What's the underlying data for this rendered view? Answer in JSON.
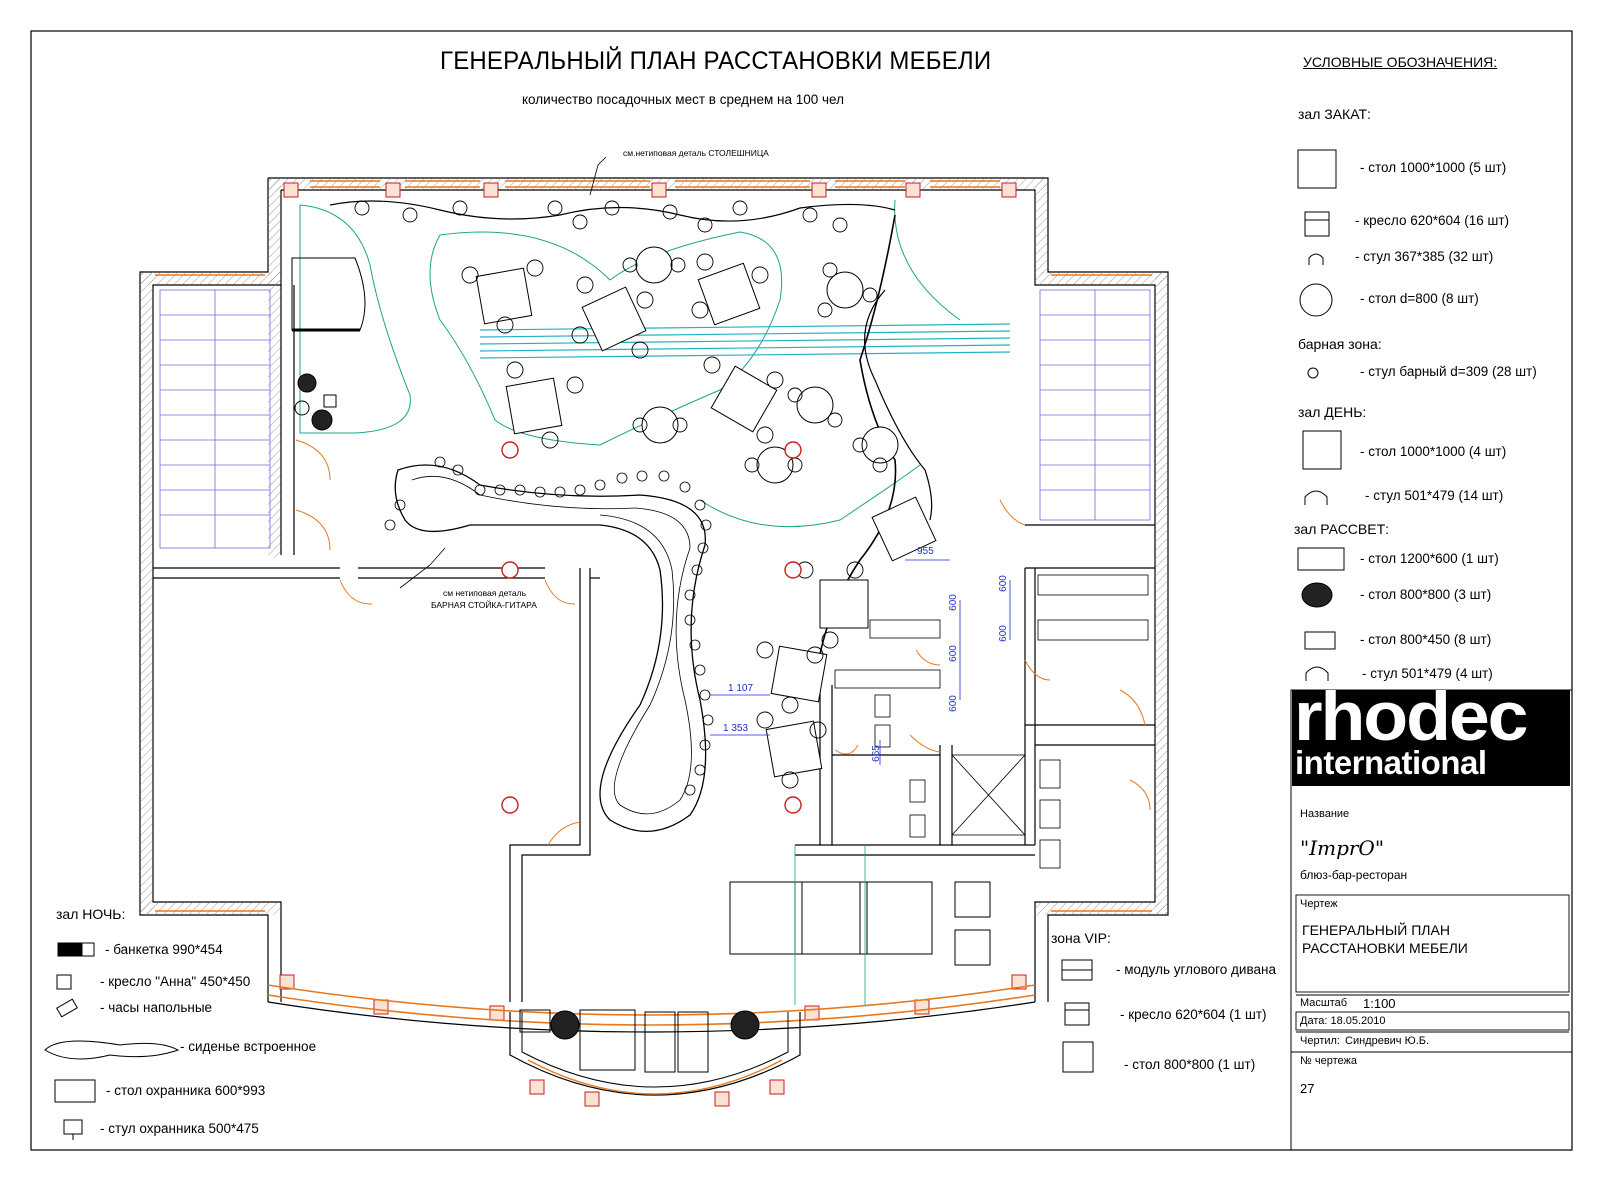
{
  "title": "ГЕНЕРАЛЬНЫЙ ПЛАН РАССТАНОВКИ МЕБЕЛИ",
  "subtitle": "количество посадочных мест в среднем на 100 чел",
  "notes": {
    "tabletop": "см.нетиповая деталь СТОЛЕШНИЦА",
    "bar_line1": "см нетиповая деталь",
    "bar_line2": "БАРНАЯ СТОЙКА-ГИТАРА"
  },
  "dimensions": [
    "955",
    "600",
    "600",
    "600",
    "600",
    "600",
    "1 107",
    "1 353",
    "665"
  ],
  "legend": {
    "heading": "УСЛОВНЫЕ ОБОЗНАЧЕНИЯ:",
    "zakat": {
      "title": "зал ЗАКАТ:",
      "items": [
        "- стол 1000*1000 (5 шт)",
        "- кресло 620*604 (16 шт)",
        "- стул 367*385 (32 шт)",
        "- стол d=800 (8 шт)"
      ]
    },
    "bar": {
      "title": "барная зона:",
      "items": [
        "- стул барный d=309 (28 шт)"
      ]
    },
    "den": {
      "title": "зал ДЕНЬ:",
      "items": [
        "- стол 1000*1000 (4 шт)",
        "- стул 501*479 (14 шт)"
      ]
    },
    "rassvet": {
      "title": "зал РАССВЕТ:",
      "items": [
        "- стол 1200*600 (1 шт)",
        "- стол 800*800 (3 шт)",
        "- стол 800*450 (8 шт)",
        "- стул 501*479 (4 шт)"
      ]
    },
    "noch": {
      "title": "зал НОЧЬ:",
      "items": [
        "- банкетка 990*454",
        "- кресло \"Анна\" 450*450",
        "- часы напольные",
        "- сиденье встроенное",
        "- стол охранника 600*993",
        "- стул охранника 500*475"
      ]
    },
    "vip": {
      "title": "зона VIP:",
      "items": [
        "- модуль углового дивана",
        "- кресло 620*604 (1 шт)",
        "- стол 800*800 (1 шт)"
      ]
    }
  },
  "titleblock": {
    "logo_line1": "rhodec",
    "logo_line2": "international",
    "name_label": "Название",
    "name_value": "\"ImprO\"",
    "name_sub": "блюз-бар-ресторан",
    "drawing_label": "Чертеж",
    "drawing_line1": "ГЕНЕРАЛЬНЫЙ ПЛАН",
    "drawing_line2": "РАССТАНОВКИ МЕБЕЛИ",
    "scale_label": "Масштаб",
    "scale_value": "1:100",
    "date": "Дата: 18.05.2010",
    "drawn_by_label": "Чертил:",
    "drawn_by_value": "Синдревич Ю.Б.",
    "sheet_no_label": "№ чертежа",
    "sheet_no_value": "27"
  },
  "colors": {
    "wall_accent": "#e8791e",
    "zone_line": "#1aa58a",
    "stage_stripes": "#22b3c6",
    "dimension": "#1c2fd6",
    "column_mark": "#c81e1e",
    "stair_line": "#6b6bd8"
  }
}
